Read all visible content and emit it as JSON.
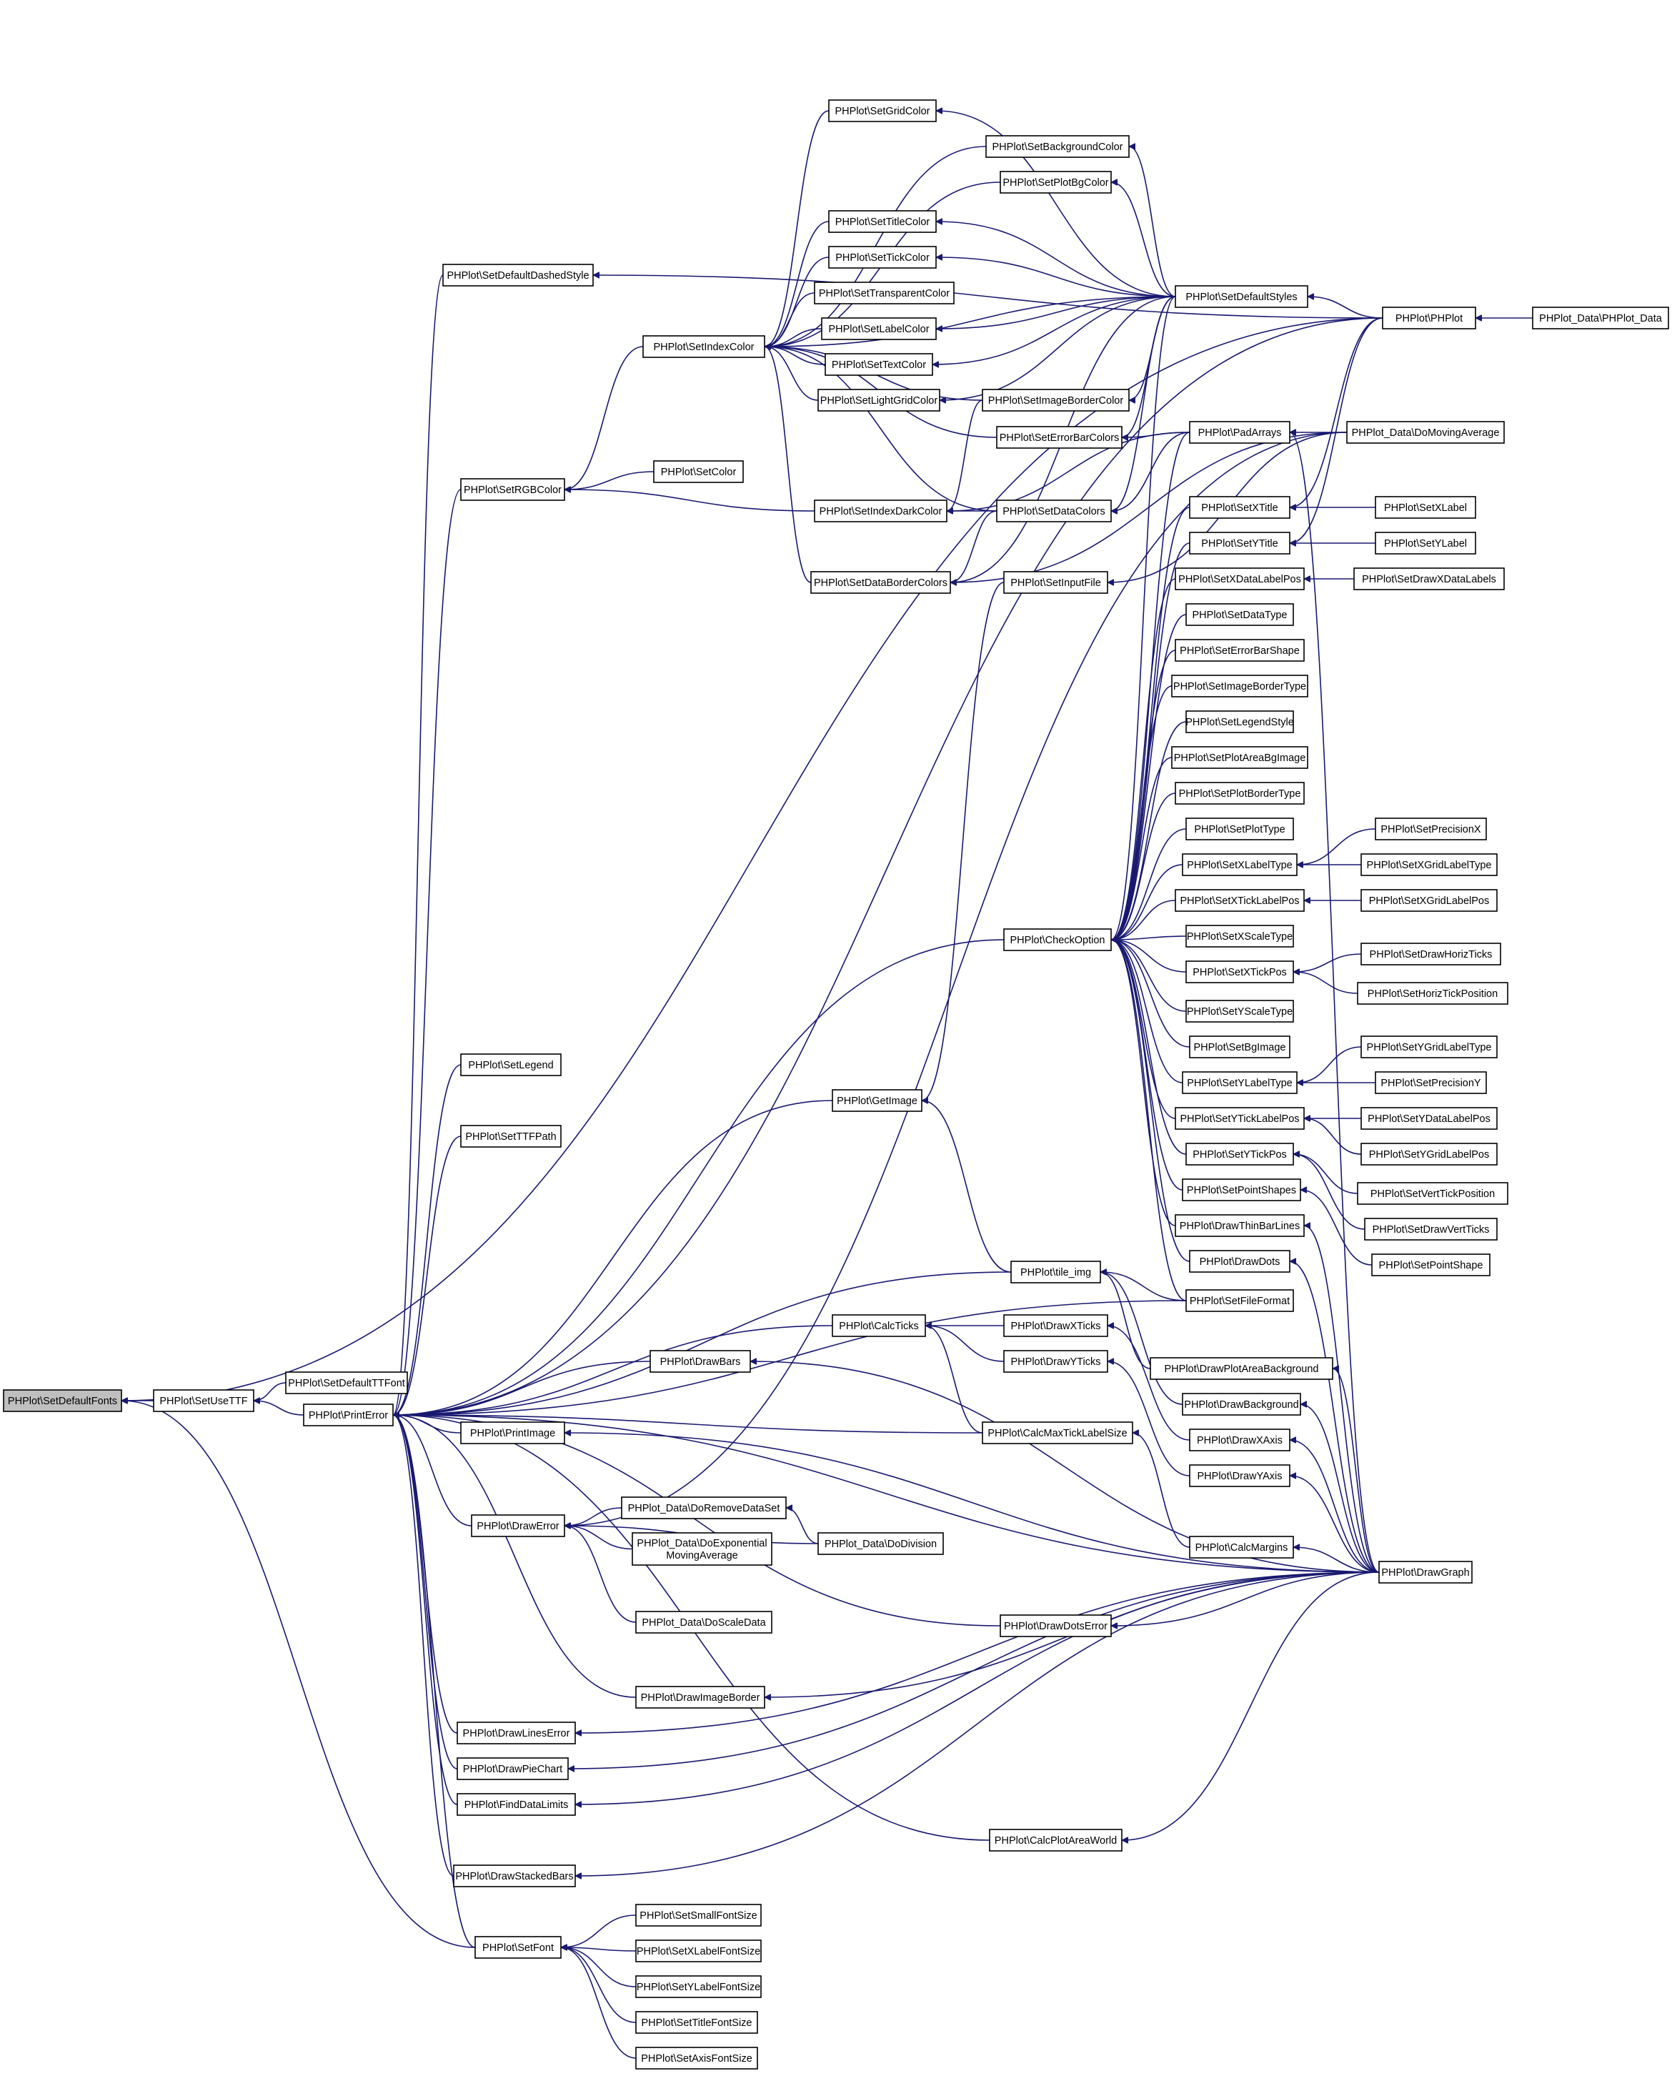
{
  "nodes": [
    {
      "id": "n0",
      "label": "PHPlot\\SetDefaultFonts"
    },
    {
      "id": "n1",
      "label": "PHPlot\\SetUseTTF"
    },
    {
      "id": "n2",
      "label": "PHPlot\\SetDefaultTTFont"
    },
    {
      "id": "n3",
      "label": "PHPlot\\PrintError"
    },
    {
      "id": "n4",
      "label": "PHPlot\\SetDefaultDashedStyle"
    },
    {
      "id": "n5",
      "label": "PHPlot\\SetRGBColor"
    },
    {
      "id": "n6",
      "label": "PHPlot\\SetLegend"
    },
    {
      "id": "n7",
      "label": "PHPlot\\SetTTFPath"
    },
    {
      "id": "n8",
      "label": "PHPlot\\PrintImage"
    },
    {
      "id": "n9",
      "label": "PHPlot\\DrawError"
    },
    {
      "id": "n10",
      "label": "PHPlot\\DrawLinesError"
    },
    {
      "id": "n11",
      "label": "PHPlot\\DrawPieChart"
    },
    {
      "id": "n12",
      "label": "PHPlot\\FindDataLimits"
    },
    {
      "id": "n13",
      "label": "PHPlot\\DrawStackedBars"
    },
    {
      "id": "n14",
      "label": "PHPlot\\SetFont"
    },
    {
      "id": "n15",
      "label": "PHPlot\\SetIndexColor"
    },
    {
      "id": "n16",
      "label": "PHPlot\\SetColor"
    },
    {
      "id": "n17",
      "label": "PHPlot\\GetImage"
    },
    {
      "id": "n18",
      "label": "PHPlot\\DrawBars"
    },
    {
      "id": "n19",
      "label": "PHPlot_Data\\DoRemoveDataSet"
    },
    {
      "id": "n20",
      "label": "PHPlot_Data\\DoExponential\nMovingAverage"
    },
    {
      "id": "n21",
      "label": "PHPlot_Data\\DoScaleData"
    },
    {
      "id": "n22",
      "label": "PHPlot\\DrawImageBorder"
    },
    {
      "id": "n23",
      "label": "PHPlot\\SetSmallFontSize"
    },
    {
      "id": "n24",
      "label": "PHPlot\\SetXLabelFontSize"
    },
    {
      "id": "n25",
      "label": "PHPlot\\SetYLabelFontSize"
    },
    {
      "id": "n26",
      "label": "PHPlot\\SetTitleFontSize"
    },
    {
      "id": "n27",
      "label": "PHPlot\\SetAxisFontSize"
    },
    {
      "id": "n28",
      "label": "PHPlot\\SetGridColor"
    },
    {
      "id": "n29",
      "label": "PHPlot\\SetTitleColor"
    },
    {
      "id": "n30",
      "label": "PHPlot\\SetTickColor"
    },
    {
      "id": "n31",
      "label": "PHPlot\\SetTransparentColor"
    },
    {
      "id": "n32",
      "label": "PHPlot\\SetLabelColor"
    },
    {
      "id": "n33",
      "label": "PHPlot\\SetTextColor"
    },
    {
      "id": "n34",
      "label": "PHPlot\\SetLightGridColor"
    },
    {
      "id": "n35",
      "label": "PHPlot\\SetIndexDarkColor"
    },
    {
      "id": "n36",
      "label": "PHPlot\\SetDataBorderColors"
    },
    {
      "id": "n37",
      "label": "PHPlot\\CalcTicks"
    },
    {
      "id": "n38",
      "label": "PHPlot_Data\\DoDivision"
    },
    {
      "id": "n39",
      "label": "PHPlot\\SetBackgroundColor"
    },
    {
      "id": "n40",
      "label": "PHPlot\\SetPlotBgColor"
    },
    {
      "id": "n41",
      "label": "PHPlot\\SetImageBorderColor"
    },
    {
      "id": "n42",
      "label": "PHPlot\\SetErrorBarColors"
    },
    {
      "id": "n43",
      "label": "PHPlot\\SetDataColors"
    },
    {
      "id": "n44",
      "label": "PHPlot\\SetInputFile"
    },
    {
      "id": "n45",
      "label": "PHPlot\\CheckOption"
    },
    {
      "id": "n46",
      "label": "PHPlot\\tile_img"
    },
    {
      "id": "n47",
      "label": "PHPlot\\DrawXTicks"
    },
    {
      "id": "n48",
      "label": "PHPlot\\DrawYTicks"
    },
    {
      "id": "n49",
      "label": "PHPlot\\CalcMaxTickLabelSize"
    },
    {
      "id": "n50",
      "label": "PHPlot\\DrawDotsError"
    },
    {
      "id": "n51",
      "label": "PHPlot\\CalcPlotAreaWorld"
    },
    {
      "id": "n52",
      "label": "PHPlot\\SetDefaultStyles"
    },
    {
      "id": "n53",
      "label": "PHPlot\\PadArrays"
    },
    {
      "id": "n54",
      "label": "PHPlot\\SetXTitle"
    },
    {
      "id": "n55",
      "label": "PHPlot\\SetYTitle"
    },
    {
      "id": "n56",
      "label": "PHPlot\\SetXDataLabelPos"
    },
    {
      "id": "n57",
      "label": "PHPlot\\SetDataType"
    },
    {
      "id": "n58",
      "label": "PHPlot\\SetErrorBarShape"
    },
    {
      "id": "n59",
      "label": "PHPlot\\SetImageBorderType"
    },
    {
      "id": "n60",
      "label": "PHPlot\\SetLegendStyle"
    },
    {
      "id": "n61",
      "label": "PHPlot\\SetPlotAreaBgImage"
    },
    {
      "id": "n62",
      "label": "PHPlot\\SetPlotBorderType"
    },
    {
      "id": "n63",
      "label": "PHPlot\\SetPlotType"
    },
    {
      "id": "n64",
      "label": "PHPlot\\SetXLabelType"
    },
    {
      "id": "n65",
      "label": "PHPlot\\SetXTickLabelPos"
    },
    {
      "id": "n66",
      "label": "PHPlot\\SetXScaleType"
    },
    {
      "id": "n67",
      "label": "PHPlot\\SetXTickPos"
    },
    {
      "id": "n68",
      "label": "PHPlot\\SetYScaleType"
    },
    {
      "id": "n69",
      "label": "PHPlot\\SetBgImage"
    },
    {
      "id": "n70",
      "label": "PHPlot\\SetYLabelType"
    },
    {
      "id": "n71",
      "label": "PHPlot\\SetYTickLabelPos"
    },
    {
      "id": "n72",
      "label": "PHPlot\\SetYTickPos"
    },
    {
      "id": "n73",
      "label": "PHPlot\\SetPointShapes"
    },
    {
      "id": "n74",
      "label": "PHPlot\\DrawThinBarLines"
    },
    {
      "id": "n75",
      "label": "PHPlot\\DrawDots"
    },
    {
      "id": "n76",
      "label": "PHPlot\\SetFileFormat"
    },
    {
      "id": "n77",
      "label": "PHPlot\\DrawPlotAreaBackground"
    },
    {
      "id": "n78",
      "label": "PHPlot\\DrawBackground"
    },
    {
      "id": "n79",
      "label": "PHPlot\\DrawXAxis"
    },
    {
      "id": "n80",
      "label": "PHPlot\\DrawYAxis"
    },
    {
      "id": "n81",
      "label": "PHPlot\\CalcMargins"
    },
    {
      "id": "n82",
      "label": "PHPlot\\PHPlot"
    },
    {
      "id": "n83",
      "label": "PHPlot_Data\\DoMovingAverage"
    },
    {
      "id": "n84",
      "label": "PHPlot\\SetXLabel"
    },
    {
      "id": "n85",
      "label": "PHPlot\\SetYLabel"
    },
    {
      "id": "n86",
      "label": "PHPlot\\SetDrawXDataLabels"
    },
    {
      "id": "n87",
      "label": "PHPlot\\SetPrecisionX"
    },
    {
      "id": "n88",
      "label": "PHPlot\\SetXGridLabelType"
    },
    {
      "id": "n89",
      "label": "PHPlot\\SetXGridLabelPos"
    },
    {
      "id": "n90",
      "label": "PHPlot\\SetDrawHorizTicks"
    },
    {
      "id": "n91",
      "label": "PHPlot\\SetHorizTickPosition"
    },
    {
      "id": "n92",
      "label": "PHPlot\\SetYGridLabelType"
    },
    {
      "id": "n93",
      "label": "PHPlot\\SetPrecisionY"
    },
    {
      "id": "n94",
      "label": "PHPlot\\SetYDataLabelPos"
    },
    {
      "id": "n95",
      "label": "PHPlot\\SetYGridLabelPos"
    },
    {
      "id": "n96",
      "label": "PHPlot\\SetVertTickPosition"
    },
    {
      "id": "n97",
      "label": "PHPlot\\SetDrawVertTicks"
    },
    {
      "id": "n98",
      "label": "PHPlot\\SetPointShape"
    },
    {
      "id": "n99",
      "label": "PHPlot\\DrawGraph"
    },
    {
      "id": "n100",
      "label": "PHPlot_Data\\PHPlot_Data"
    }
  ],
  "edges": [
    [
      "n0",
      "n1"
    ],
    [
      "n0",
      "n82"
    ],
    [
      "n0",
      "n14"
    ],
    [
      "n1",
      "n2"
    ],
    [
      "n1",
      "n3"
    ],
    [
      "n3",
      "n4"
    ],
    [
      "n3",
      "n5"
    ],
    [
      "n3",
      "n6"
    ],
    [
      "n3",
      "n7"
    ],
    [
      "n3",
      "n8"
    ],
    [
      "n3",
      "n9"
    ],
    [
      "n3",
      "n10"
    ],
    [
      "n3",
      "n11"
    ],
    [
      "n3",
      "n12"
    ],
    [
      "n3",
      "n13"
    ],
    [
      "n3",
      "n14"
    ],
    [
      "n3",
      "n17"
    ],
    [
      "n3",
      "n18"
    ],
    [
      "n3",
      "n22"
    ],
    [
      "n3",
      "n37"
    ],
    [
      "n3",
      "n45"
    ],
    [
      "n3",
      "n46"
    ],
    [
      "n3",
      "n49"
    ],
    [
      "n3",
      "n50"
    ],
    [
      "n3",
      "n51"
    ],
    [
      "n3",
      "n82"
    ],
    [
      "n3",
      "n99"
    ],
    [
      "n3",
      "n76"
    ],
    [
      "n4",
      "n82"
    ],
    [
      "n5",
      "n15"
    ],
    [
      "n5",
      "n16"
    ],
    [
      "n5",
      "n35"
    ],
    [
      "n15",
      "n28"
    ],
    [
      "n15",
      "n29"
    ],
    [
      "n15",
      "n30"
    ],
    [
      "n15",
      "n31"
    ],
    [
      "n15",
      "n32"
    ],
    [
      "n15",
      "n33"
    ],
    [
      "n15",
      "n34"
    ],
    [
      "n15",
      "n36"
    ],
    [
      "n15",
      "n39"
    ],
    [
      "n15",
      "n40"
    ],
    [
      "n15",
      "n41"
    ],
    [
      "n15",
      "n42"
    ],
    [
      "n15",
      "n43"
    ],
    [
      "n15",
      "n52"
    ],
    [
      "n35",
      "n41"
    ],
    [
      "n35",
      "n43"
    ],
    [
      "n35",
      "n53"
    ],
    [
      "n36",
      "n43"
    ],
    [
      "n36",
      "n52"
    ],
    [
      "n36",
      "n83"
    ],
    [
      "n28",
      "n52"
    ],
    [
      "n29",
      "n52"
    ],
    [
      "n30",
      "n52"
    ],
    [
      "n32",
      "n52"
    ],
    [
      "n33",
      "n52"
    ],
    [
      "n34",
      "n52"
    ],
    [
      "n39",
      "n52"
    ],
    [
      "n40",
      "n52"
    ],
    [
      "n41",
      "n52"
    ],
    [
      "n42",
      "n52"
    ],
    [
      "n43",
      "n52"
    ],
    [
      "n42",
      "n53"
    ],
    [
      "n43",
      "n53"
    ],
    [
      "n52",
      "n82"
    ],
    [
      "n82",
      "n100"
    ],
    [
      "n53",
      "n83"
    ],
    [
      "n53",
      "n99"
    ],
    [
      "n54",
      "n84"
    ],
    [
      "n54",
      "n82"
    ],
    [
      "n55",
      "n85"
    ],
    [
      "n55",
      "n82"
    ],
    [
      "n56",
      "n86"
    ],
    [
      "n8",
      "n99"
    ],
    [
      "n9",
      "n19"
    ],
    [
      "n9",
      "n20"
    ],
    [
      "n9",
      "n21"
    ],
    [
      "n9",
      "n38"
    ],
    [
      "n9",
      "n83"
    ],
    [
      "n19",
      "n38"
    ],
    [
      "n10",
      "n99"
    ],
    [
      "n11",
      "n99"
    ],
    [
      "n12",
      "n99"
    ],
    [
      "n13",
      "n99"
    ],
    [
      "n22",
      "n99"
    ],
    [
      "n18",
      "n99"
    ],
    [
      "n14",
      "n23"
    ],
    [
      "n14",
      "n24"
    ],
    [
      "n14",
      "n25"
    ],
    [
      "n14",
      "n26"
    ],
    [
      "n14",
      "n27"
    ],
    [
      "n17",
      "n44"
    ],
    [
      "n17",
      "n46"
    ],
    [
      "n44",
      "n83"
    ],
    [
      "n37",
      "n47"
    ],
    [
      "n37",
      "n48"
    ],
    [
      "n37",
      "n49"
    ],
    [
      "n47",
      "n79"
    ],
    [
      "n48",
      "n80"
    ],
    [
      "n49",
      "n81"
    ],
    [
      "n50",
      "n99"
    ],
    [
      "n51",
      "n99"
    ],
    [
      "n46",
      "n76"
    ],
    [
      "n46",
      "n77"
    ],
    [
      "n46",
      "n78"
    ],
    [
      "n45",
      "n54"
    ],
    [
      "n45",
      "n55"
    ],
    [
      "n45",
      "n56"
    ],
    [
      "n45",
      "n57"
    ],
    [
      "n45",
      "n58"
    ],
    [
      "n45",
      "n59"
    ],
    [
      "n45",
      "n60"
    ],
    [
      "n45",
      "n61"
    ],
    [
      "n45",
      "n62"
    ],
    [
      "n45",
      "n63"
    ],
    [
      "n45",
      "n64"
    ],
    [
      "n45",
      "n65"
    ],
    [
      "n45",
      "n66"
    ],
    [
      "n45",
      "n67"
    ],
    [
      "n45",
      "n68"
    ],
    [
      "n45",
      "n69"
    ],
    [
      "n45",
      "n70"
    ],
    [
      "n45",
      "n71"
    ],
    [
      "n45",
      "n72"
    ],
    [
      "n45",
      "n73"
    ],
    [
      "n45",
      "n74"
    ],
    [
      "n45",
      "n75"
    ],
    [
      "n45",
      "n76"
    ],
    [
      "n45",
      "n52"
    ],
    [
      "n45",
      "n53"
    ],
    [
      "n64",
      "n87"
    ],
    [
      "n64",
      "n88"
    ],
    [
      "n65",
      "n89"
    ],
    [
      "n67",
      "n90"
    ],
    [
      "n67",
      "n91"
    ],
    [
      "n70",
      "n92"
    ],
    [
      "n70",
      "n93"
    ],
    [
      "n71",
      "n94"
    ],
    [
      "n71",
      "n95"
    ],
    [
      "n72",
      "n96"
    ],
    [
      "n72",
      "n97"
    ],
    [
      "n73",
      "n98"
    ],
    [
      "n74",
      "n99"
    ],
    [
      "n75",
      "n99"
    ],
    [
      "n77",
      "n99"
    ],
    [
      "n78",
      "n99"
    ],
    [
      "n79",
      "n99"
    ],
    [
      "n80",
      "n99"
    ],
    [
      "n81",
      "n99"
    ]
  ]
}
